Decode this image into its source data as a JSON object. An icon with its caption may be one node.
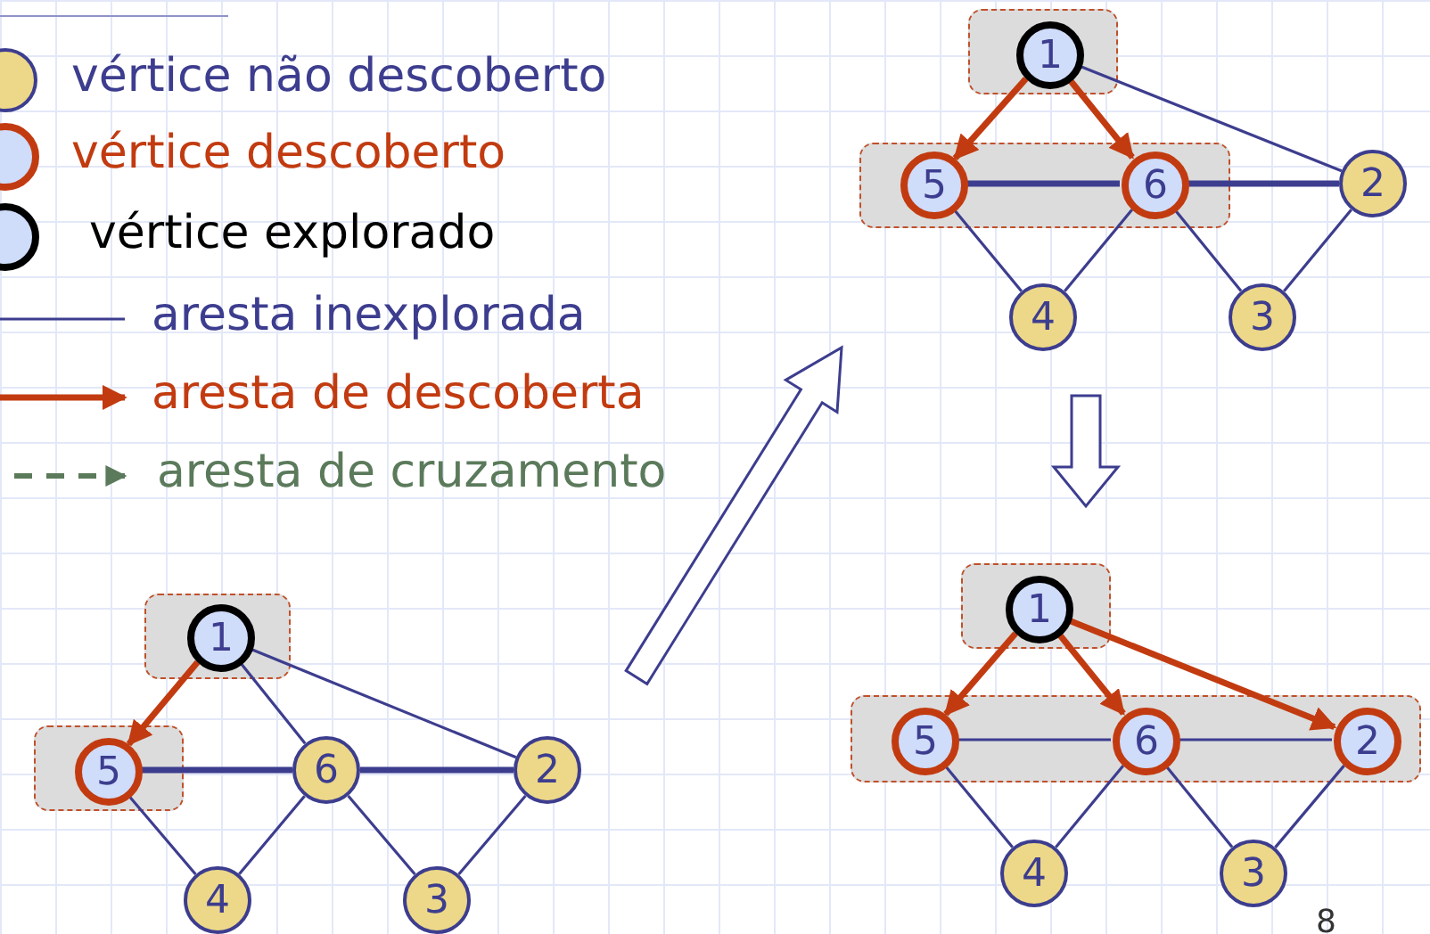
{
  "diagram": {
    "nodes": [
      {
        "text": [],
        "shape": "box"
      },
      {
        "text": [
          "1"
        ],
        "in": 0
      },
      {
        "text": [],
        "shape": "box"
      },
      {
        "text": [
          "5"
        ],
        "in": 2
      },
      {
        "text": [
          "6"
        ],
        "in": 2
      },
      {
        "text": [
          "2"
        ]
      },
      {
        "text": [
          "4"
        ]
      },
      {
        "text": [
          "3"
        ]
      },
      {
        "text": [],
        "shape": "box"
      },
      {
        "text": [
          "1"
        ],
        "in": 8
      },
      {
        "text": [],
        "shape": "box"
      },
      {
        "text": [
          "5"
        ],
        "in": 10
      },
      {
        "text": [
          "6"
        ]
      },
      {
        "text": [
          "2"
        ]
      },
      {
        "text": [
          "4"
        ]
      },
      {
        "text": [
          "3"
        ]
      },
      {
        "text": [],
        "shape": "box"
      },
      {
        "text": [
          "1"
        ],
        "in": 16
      },
      {
        "text": [],
        "shape": "box"
      },
      {
        "text": [
          "5"
        ],
        "in": 18
      },
      {
        "text": [
          "6"
        ],
        "in": 18
      },
      {
        "text": [
          "2"
        ],
        "in": 18
      },
      {
        "text": [
          "4"
        ]
      },
      {
        "text": [
          "3"
        ]
      }
    ],
    "edges": [
      {
        "from": 1,
        "to": 3,
        "arrow": "to",
        "style": "thick",
        "color": "#c23b10"
      },
      {
        "from": 1,
        "to": 4,
        "arrow": "to",
        "style": "thick",
        "color": "#c23b10"
      },
      {
        "from": 1,
        "to": 5,
        "arrow": "none"
      },
      {
        "from": 3,
        "to": 4,
        "arrow": "none",
        "style": "thick"
      },
      {
        "from": 4,
        "to": 5,
        "arrow": "none",
        "style": "thick"
      },
      {
        "from": 3,
        "to": 6,
        "arrow": "none"
      },
      {
        "from": 4,
        "to": 6,
        "arrow": "none"
      },
      {
        "from": 4,
        "to": 7,
        "arrow": "none"
      },
      {
        "from": 5,
        "to": 7,
        "arrow": "none"
      },
      {
        "from": 9,
        "to": 11,
        "arrow": "to",
        "style": "thick",
        "color": "#c23b10"
      },
      {
        "from": 9,
        "to": 12,
        "arrow": "none"
      },
      {
        "from": 9,
        "to": 13,
        "arrow": "none"
      },
      {
        "from": 11,
        "to": 12,
        "arrow": "none",
        "style": "thick"
      },
      {
        "from": 12,
        "to": 13,
        "arrow": "none",
        "style": "thick"
      },
      {
        "from": 11,
        "to": 14,
        "arrow": "none"
      },
      {
        "from": 12,
        "to": 14,
        "arrow": "none"
      },
      {
        "from": 12,
        "to": 15,
        "arrow": "none"
      },
      {
        "from": 13,
        "to": 15,
        "arrow": "none"
      },
      {
        "from": 17,
        "to": 19,
        "arrow": "to",
        "style": "thick",
        "color": "#c23b10"
      },
      {
        "from": 17,
        "to": 20,
        "arrow": "to",
        "style": "thick",
        "color": "#c23b10"
      },
      {
        "from": 17,
        "to": 21,
        "arrow": "to",
        "style": "thick",
        "color": "#c23b10"
      },
      {
        "from": 19,
        "to": 20,
        "arrow": "none"
      },
      {
        "from": 20,
        "to": 21,
        "arrow": "none"
      },
      {
        "from": 19,
        "to": 22,
        "arrow": "none"
      },
      {
        "from": 20,
        "to": 22,
        "arrow": "none"
      },
      {
        "from": 20,
        "to": 23,
        "arrow": "none"
      },
      {
        "from": 21,
        "to": 23,
        "arrow": "none"
      }
    ],
    "labels": [
      "8"
    ],
    "legend": [
      {
        "text": "vértice não descoberto"
      },
      {
        "text": "vértice descoberto"
      },
      {
        "text": "vértice explorado"
      },
      {
        "text": "aresta inexplorada"
      },
      {
        "text": "aresta de descoberta"
      },
      {
        "text": "aresta de cruzamento"
      }
    ]
  }
}
